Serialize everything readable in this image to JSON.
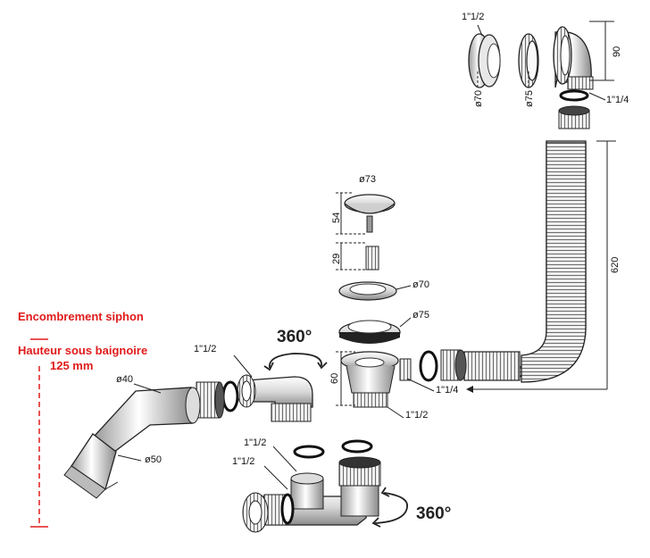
{
  "left_notes": {
    "footprint_title": "Encombrement siphon",
    "height_title": "Hauteur sous baignoire",
    "height_value": "125 mm"
  },
  "overflow": {
    "thread_label": "1\"1/2",
    "plate_diameter": "ø70",
    "ring_diameter": "ø75",
    "elbow_height": "90",
    "nut_thread": "1\"1/4"
  },
  "hose": {
    "length": "620"
  },
  "waste": {
    "plug_diameter": "ø73",
    "plug_height": "54",
    "stem_height": "29",
    "flange_diameter": "ø70",
    "gasket_diameter": "ø75",
    "body_height": "60",
    "body_thread": "1\"1/2",
    "side_thread": "1\"1/4"
  },
  "trap": {
    "rotation_label": "360°",
    "inlet_thread": "1\"1/2",
    "outlet_diameter": "ø40",
    "adapter_diameter": "ø50",
    "lower_thread_a": "1\"1/2",
    "lower_thread_b": "1\"1/2",
    "lower_rotation_label": "360°"
  },
  "colors": {
    "note_red": "#e01b1b",
    "line": "#222222",
    "part_light": "#f2f2f2",
    "part_dark": "#333333"
  }
}
